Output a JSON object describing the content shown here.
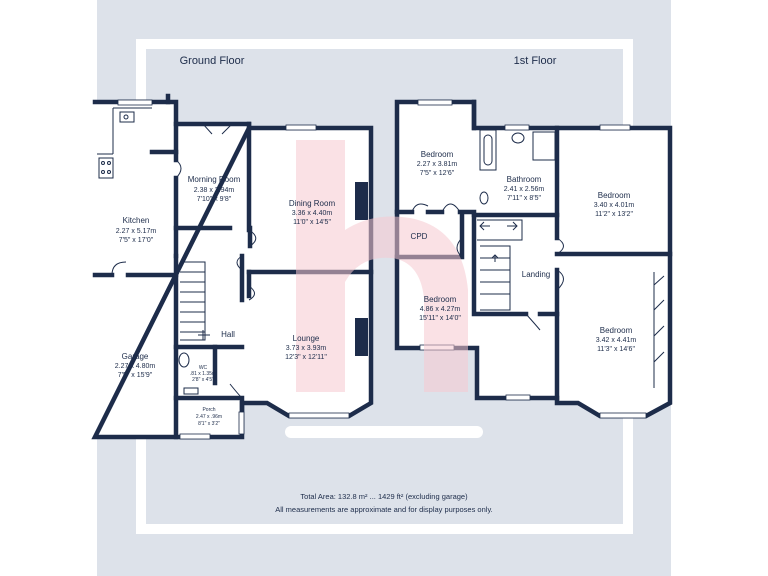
{
  "floors": {
    "ground_title": "Ground Floor",
    "first_title": "1st Floor"
  },
  "rooms": {
    "kitchen": {
      "name": "Kitchen",
      "metric": "2.27 x 5.17m",
      "imperial": "7'5\" x 17'0\""
    },
    "morning_room": {
      "name": "Morning Room",
      "metric": "2.38 x 2.94m",
      "imperial": "7'10\" x 9'8\""
    },
    "dining_room": {
      "name": "Dining Room",
      "metric": "3.36 x 4.40m",
      "imperial": "11'0\" x 14'5\""
    },
    "lounge": {
      "name": "Lounge",
      "metric": "3.73 x 3.93m",
      "imperial": "12'3\" x 12'11\""
    },
    "garage": {
      "name": "Garage",
      "metric": "2.27 x 4.80m",
      "imperial": "7'5\" x 15'9\""
    },
    "hall": {
      "name": "Hall"
    },
    "wc": {
      "name": "WC",
      "metric": ".81 x 1.35m",
      "imperial": "2'8\" x 4'5\""
    },
    "porch": {
      "name": "Porch",
      "metric": "2.47 x .96m",
      "imperial": "8'1\" x 3'2\""
    },
    "bedroom1": {
      "name": "Bedroom",
      "metric": "2.27 x 3.81m",
      "imperial": "7'5\" x 12'6\""
    },
    "bathroom": {
      "name": "Bathroom",
      "metric": "2.41 x 2.56m",
      "imperial": "7'11\" x 8'5\""
    },
    "bedroom2": {
      "name": "Bedroom",
      "metric": "3.40 x 4.01m",
      "imperial": "11'2\" x 13'2\""
    },
    "cpd": {
      "name": "CPD"
    },
    "landing": {
      "name": "Landing"
    },
    "bedroom3": {
      "name": "Bedroom",
      "metric": "4.86 x 4.27m",
      "imperial": "15'11\" x 14'0\""
    },
    "bedroom4": {
      "name": "Bedroom",
      "metric": "3.42 x 4.41m",
      "imperial": "11'3\" x 14'6\""
    }
  },
  "footer": {
    "total_area": "Total Area: 132.8 m² ... 1429 ft² (excluding garage)",
    "disclaimer": "All measurements are approximate and for display purposes only."
  },
  "colors": {
    "background": "#dde2ea",
    "frame": "#ffffff",
    "wall": "#1d2c4a",
    "room_fill": "#ffffff",
    "watermark": "#f6c9cf"
  },
  "watermark": "h-logo"
}
